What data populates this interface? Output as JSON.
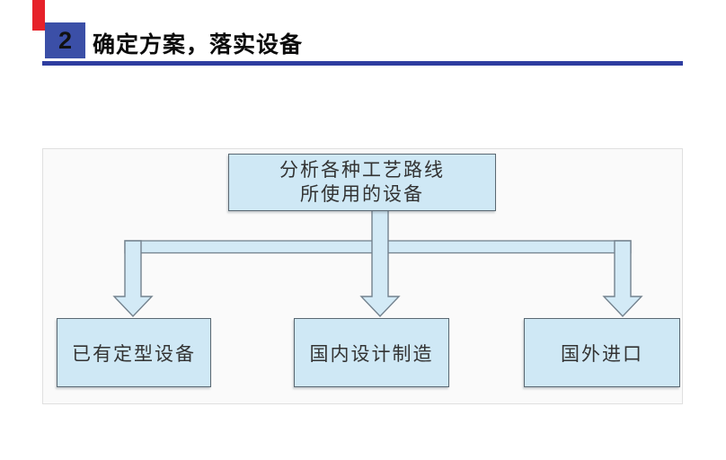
{
  "header": {
    "accent_color": "#e62129",
    "number": "2",
    "number_box_color": "#3b4fa7",
    "title": "确定方案，落实设备",
    "underline_color": "#2e3da0"
  },
  "diagram": {
    "panel_bg": "#fafafa",
    "panel_border": "#e0e0e0",
    "node_fill": "#cfe8f5",
    "node_border": "#5a6872",
    "arrow_fill": "#d3eaf6",
    "arrow_border": "#73828e",
    "root": {
      "label_line1": "分析各种工艺路线",
      "label_line2": "所使用的设备"
    },
    "children": [
      {
        "label": "已有定型设备"
      },
      {
        "label": "国内设计制造"
      },
      {
        "label": "国外进口"
      }
    ]
  }
}
